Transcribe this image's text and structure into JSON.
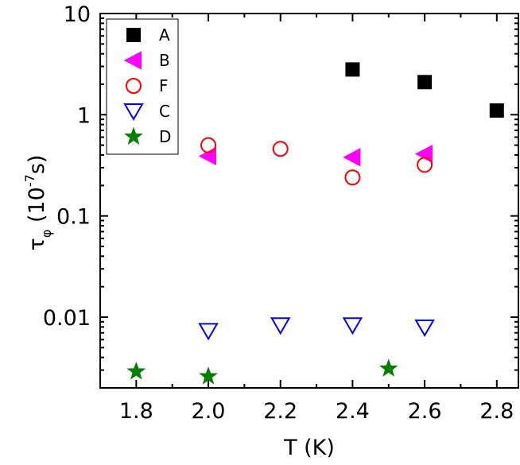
{
  "chart_data": {
    "type": "scatter",
    "xlabel": "T (K)",
    "ylabel": {
      "main": "τ",
      "subscript": "φ",
      "unit_open": " (10",
      "unit_exp": "-7",
      "unit_close": "s)"
    },
    "xlim": [
      1.7,
      2.86
    ],
    "ylim": [
      0.002,
      10
    ],
    "yscale": "log",
    "xticks": [
      1.8,
      2.0,
      2.2,
      2.4,
      2.6,
      2.8
    ],
    "xtick_labels": [
      "1.8",
      "2.0",
      "2.2",
      "2.4",
      "2.6",
      "2.8"
    ],
    "yticks": [
      0.01,
      0.1,
      1,
      10
    ],
    "ytick_labels": [
      "0.01",
      "0.1",
      "1",
      "10"
    ],
    "legend_position": "top-left",
    "series": [
      {
        "name": "A",
        "marker": "square",
        "color": "#000000",
        "filled": true,
        "x": [
          2.4,
          2.6,
          2.8
        ],
        "y": [
          2.8,
          2.1,
          1.1
        ]
      },
      {
        "name": "B",
        "marker": "triangle-left",
        "color": "#ff00ff",
        "filled": true,
        "x": [
          2.0,
          2.4,
          2.6
        ],
        "y": [
          0.39,
          0.38,
          0.41
        ]
      },
      {
        "name": "F",
        "marker": "circle",
        "color": "#ff0000",
        "filled": false,
        "x": [
          2.0,
          2.2,
          2.4,
          2.6
        ],
        "y": [
          0.5,
          0.46,
          0.24,
          0.32
        ]
      },
      {
        "name": "C",
        "marker": "triangle-down",
        "color": "#0000ff",
        "filled": false,
        "x": [
          2.0,
          2.2,
          2.4,
          2.6
        ],
        "y": [
          0.0073,
          0.0083,
          0.0083,
          0.0079
        ]
      },
      {
        "name": "D",
        "marker": "star",
        "color": "#008000",
        "filled": true,
        "x": [
          1.8,
          2.0,
          2.5
        ],
        "y": [
          0.0029,
          0.0026,
          0.0031
        ]
      }
    ]
  }
}
